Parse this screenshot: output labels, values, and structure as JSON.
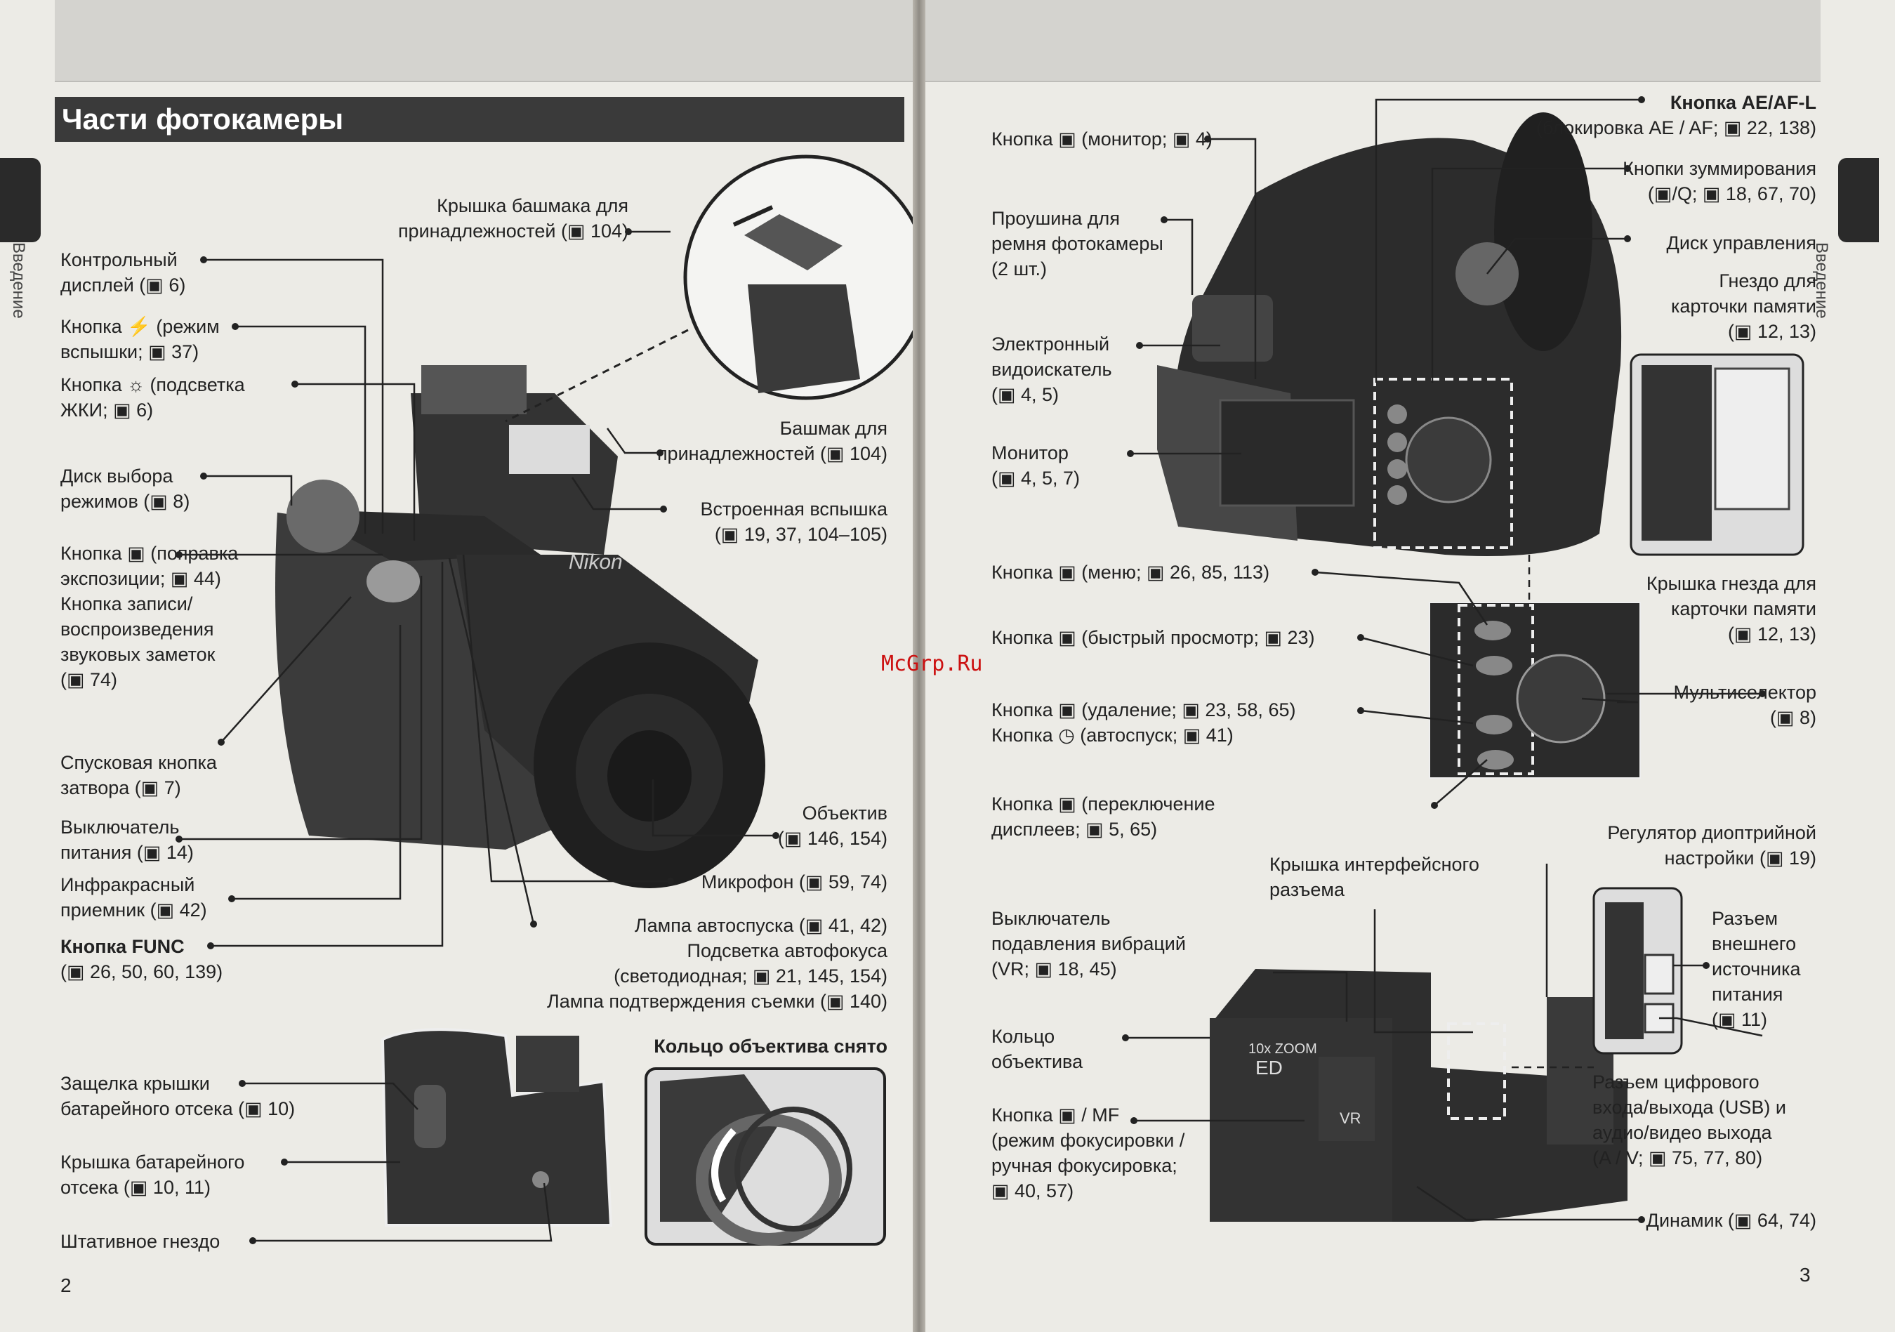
{
  "left": {
    "title": "Части фотокамеры",
    "side_label": "Введение",
    "page_number": "2",
    "labels": {
      "hot_shoe_cover": [
        "Крышка башмака для",
        "принадлежностей (▣ 104)"
      ],
      "control_panel": [
        "Контрольный",
        "дисплей (▣ 6)"
      ],
      "flash_button": [
        "Кнопка ⚡ (режим",
        "вспышки; ▣ 37)"
      ],
      "lcd_backlight_button": [
        "Кнопка ☼ (подсветка",
        "ЖКИ; ▣ 6)"
      ],
      "mode_dial": [
        "Диск выбора",
        "режимов (▣ 8)"
      ],
      "exposure_comp_button": [
        "Кнопка ▣ (поправка",
        "экспозиции; ▣ 44)",
        "Кнопка записи/",
        "воспроизведения",
        "звуковых заметок",
        "(▣ 74)"
      ],
      "shutter_button": [
        "Спусковая кнопка",
        "затвора (▣ 7)"
      ],
      "power_switch": [
        "Выключатель",
        "питания (▣ 14)"
      ],
      "ir_receiver": [
        "Инфракрасный",
        "приемник (▣ 42)"
      ],
      "func_button": [
        "Кнопка FUNC",
        "(▣ 26, 50, 60, 139)"
      ],
      "accessory_shoe": [
        "Башмак для",
        "принадлежностей (▣ 104)"
      ],
      "builtin_flash": [
        "Встроенная вспышка",
        "(▣ 19, 37, 104–105)"
      ],
      "lens": [
        "Объектив",
        "(▣ 146, 154)"
      ],
      "microphone": [
        "Микрофон (▣ 59, 74)"
      ],
      "self_timer_lamp": [
        "Лампа автоспуска (▣ 41, 42)",
        "Подсветка автофокуса",
        "(светодиодная; ▣ 21, 145, 154)",
        "Лампа подтверждения съемки (▣ 140)"
      ],
      "lens_ring_removed": [
        "Кольцо объектива снято"
      ],
      "battery_latch": [
        "Защелка крышки",
        "батарейного отсека (▣ 10)"
      ],
      "battery_cover": [
        "Крышка батарейного",
        "отсека (▣ 10, 11)"
      ],
      "tripod_socket": [
        "Штативное гнездо"
      ]
    }
  },
  "right": {
    "side_label": "Введение",
    "page_number": "3",
    "watermark": "McGrp.Ru",
    "labels": {
      "monitor_button": [
        "Кнопка ▣ (монитор; ▣ 4)"
      ],
      "ae_af_l": [
        "Кнопка AE/AF-L",
        "(блокировка AE / AF; ▣ 22, 138)"
      ],
      "zoom_buttons": [
        "Кнопки зуммирования",
        "(▣/Q; ▣ 18, 67, 70)"
      ],
      "strap_eyelet": [
        "Проушина для",
        "ремня фотокамеры",
        "(2 шт.)"
      ],
      "command_dial": [
        "Диск управления"
      ],
      "card_slot": [
        "Гнездо для",
        "карточки памяти",
        "(▣ 12, 13)"
      ],
      "evf": [
        "Электронный",
        "видоискатель",
        "(▣ 4, 5)"
      ],
      "monitor": [
        "Монитор",
        "(▣ 4, 5, 7)"
      ],
      "menu_button": [
        "Кнопка ▣ (меню; ▣ 26, 85, 113)"
      ],
      "card_cover": [
        "Крышка гнезда для",
        "карточки памяти",
        "(▣ 12, 13)"
      ],
      "quick_button": [
        "Кнопка ▣ (быстрый просмотр; ▣ 23)"
      ],
      "multiselector": [
        "Мультиселектор",
        "(▣ 8)"
      ],
      "delete_button": [
        "Кнопка ▣ (удаление; ▣ 23, 58, 65)",
        "Кнопка ◷ (автоспуск; ▣ 41)"
      ],
      "disp_button": [
        "Кнопка ▣ (переключение",
        "дисплеев; ▣ 5, 65)"
      ],
      "diopter": [
        "Регулятор диоптрийной",
        "настройки (▣ 19)"
      ],
      "interface_cover": [
        "Крышка интерфейсного",
        "разъема"
      ],
      "vr_switch": [
        "Выключатель",
        "подавления вибраций",
        "(VR; ▣ 18, 45)"
      ],
      "ext_power": [
        "Разъем",
        "внешнего",
        "источника",
        "питания",
        "(▣ 11)"
      ],
      "lens_ring": [
        "Кольцо",
        "объектива"
      ],
      "usb_av": [
        "Разъем цифрового",
        "входа/выхода (USB) и",
        "аудио/видео выхода",
        "(A / V; ▣ 75, 77, 80)"
      ],
      "af_mf_button": [
        "Кнопка ▣ / MF",
        "(режим фокусировки /",
        "ручная фокусировка;",
        "▣ 40, 57)"
      ],
      "speaker": [
        "Динамик (▣ 64, 74)"
      ]
    }
  },
  "colors": {
    "title_bar": "#3a3a3a",
    "page": "#ecebe6",
    "watermark": "#cc1111",
    "camera_body": "#2c2c2c"
  }
}
